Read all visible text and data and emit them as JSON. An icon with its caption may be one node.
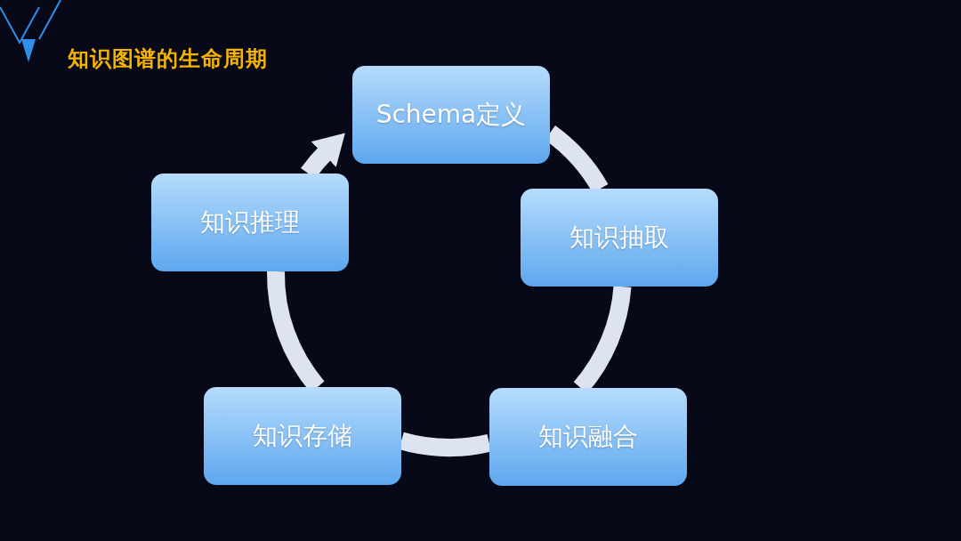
{
  "diagram": {
    "title": "知识图谱的生命周期",
    "nodes": [
      {
        "text": [
          "Schema定义"
        ]
      },
      {
        "text": [
          "知识抽取"
        ]
      },
      {
        "text": [
          "知识融合"
        ]
      },
      {
        "text": [
          "知识存储"
        ]
      },
      {
        "text": [
          "知识推理"
        ]
      }
    ],
    "edges": [
      {
        "from": 0,
        "to": 1,
        "arrow": "none"
      },
      {
        "from": 1,
        "to": 2,
        "arrow": "none"
      },
      {
        "from": 2,
        "to": 3,
        "arrow": "none"
      },
      {
        "from": 3,
        "to": 4,
        "arrow": "none"
      },
      {
        "from": 4,
        "to": 0,
        "arrow": "to"
      }
    ]
  }
}
